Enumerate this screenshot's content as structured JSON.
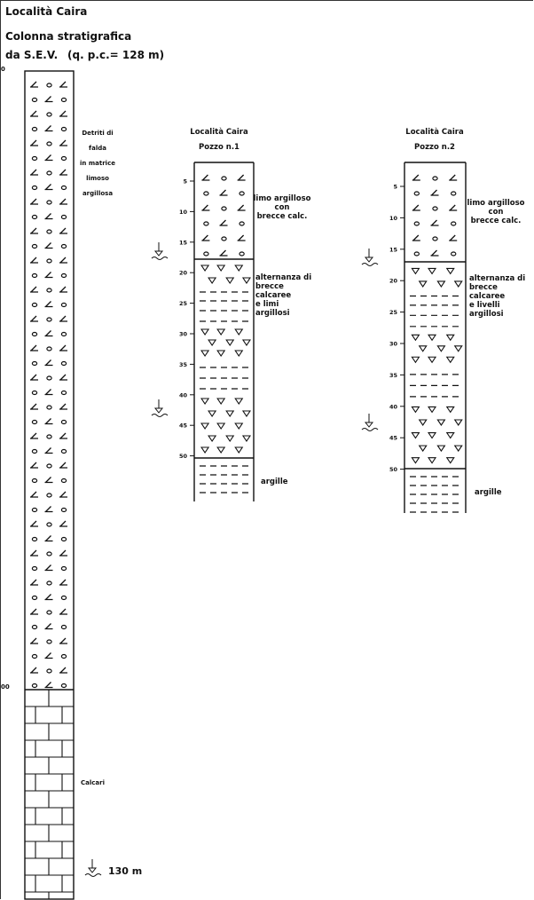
{
  "col1": {
    "title": "Località Caira",
    "subtitle": "Colonna stratigrafica",
    "source_label": "da S.E.V.",
    "elevation_note": "(q. p.c.= 128 m)",
    "top_depth": "0",
    "boundary_depth": "00",
    "layers": [
      {
        "lines": [
          "Detriti di",
          "falda",
          "in matrice",
          "limoso",
          "argillosa"
        ],
        "pattern": "clasts"
      },
      {
        "lines": [
          "Calcari"
        ],
        "pattern": "limestone"
      }
    ],
    "water_table_label": "130 m"
  },
  "pozzo1": {
    "title": "Località Caira",
    "subtitle": "Pozzo n.1",
    "ticks": [
      "5",
      "10",
      "15",
      "20",
      "25",
      "30",
      "35",
      "40",
      "45",
      "50"
    ],
    "layers": [
      {
        "lines": [
          "limo argilloso",
          "con",
          "brecce calc."
        ],
        "pattern": "clasts"
      },
      {
        "lines": [
          "alternanza di",
          "brecce",
          "calcaree",
          "e  limi",
          "argillosi"
        ],
        "pattern": "breccia-silt"
      },
      {
        "lines": [
          "argille"
        ],
        "pattern": "clay"
      }
    ]
  },
  "pozzo2": {
    "title": "Località Caira",
    "subtitle": "Pozzo n.2",
    "ticks": [
      "5",
      "10",
      "15",
      "20",
      "25",
      "30",
      "35",
      "40",
      "45",
      "50"
    ],
    "layers": [
      {
        "lines": [
          "limo argilloso",
          "con",
          "brecce calc."
        ],
        "pattern": "clasts"
      },
      {
        "lines": [
          "alternanza di",
          "brecce",
          "calcaree",
          "e livelli",
          "argillosi"
        ],
        "pattern": "breccia-silt"
      },
      {
        "lines": [
          "argille"
        ],
        "pattern": "clay"
      }
    ]
  },
  "colors": {
    "ink": "#111111",
    "background": "#ffffff"
  }
}
